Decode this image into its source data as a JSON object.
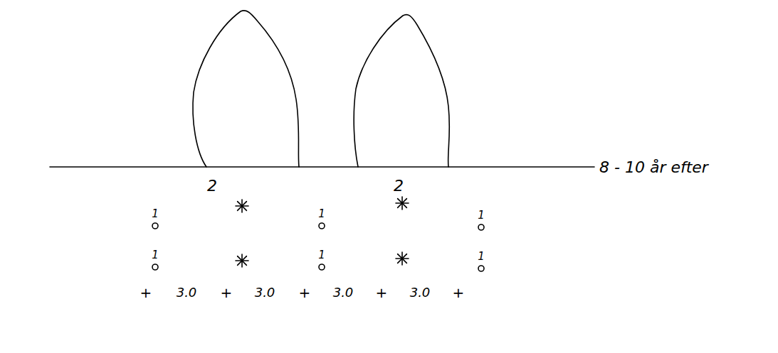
{
  "diagram": {
    "labels": [
      "8 - 10 år efter",
      "2",
      "2",
      "1",
      "1",
      "1",
      "1",
      "1",
      "1",
      "+",
      "3.0",
      "+",
      "3.0",
      "+",
      "3.0",
      "+",
      "3.0",
      "+"
    ]
  }
}
